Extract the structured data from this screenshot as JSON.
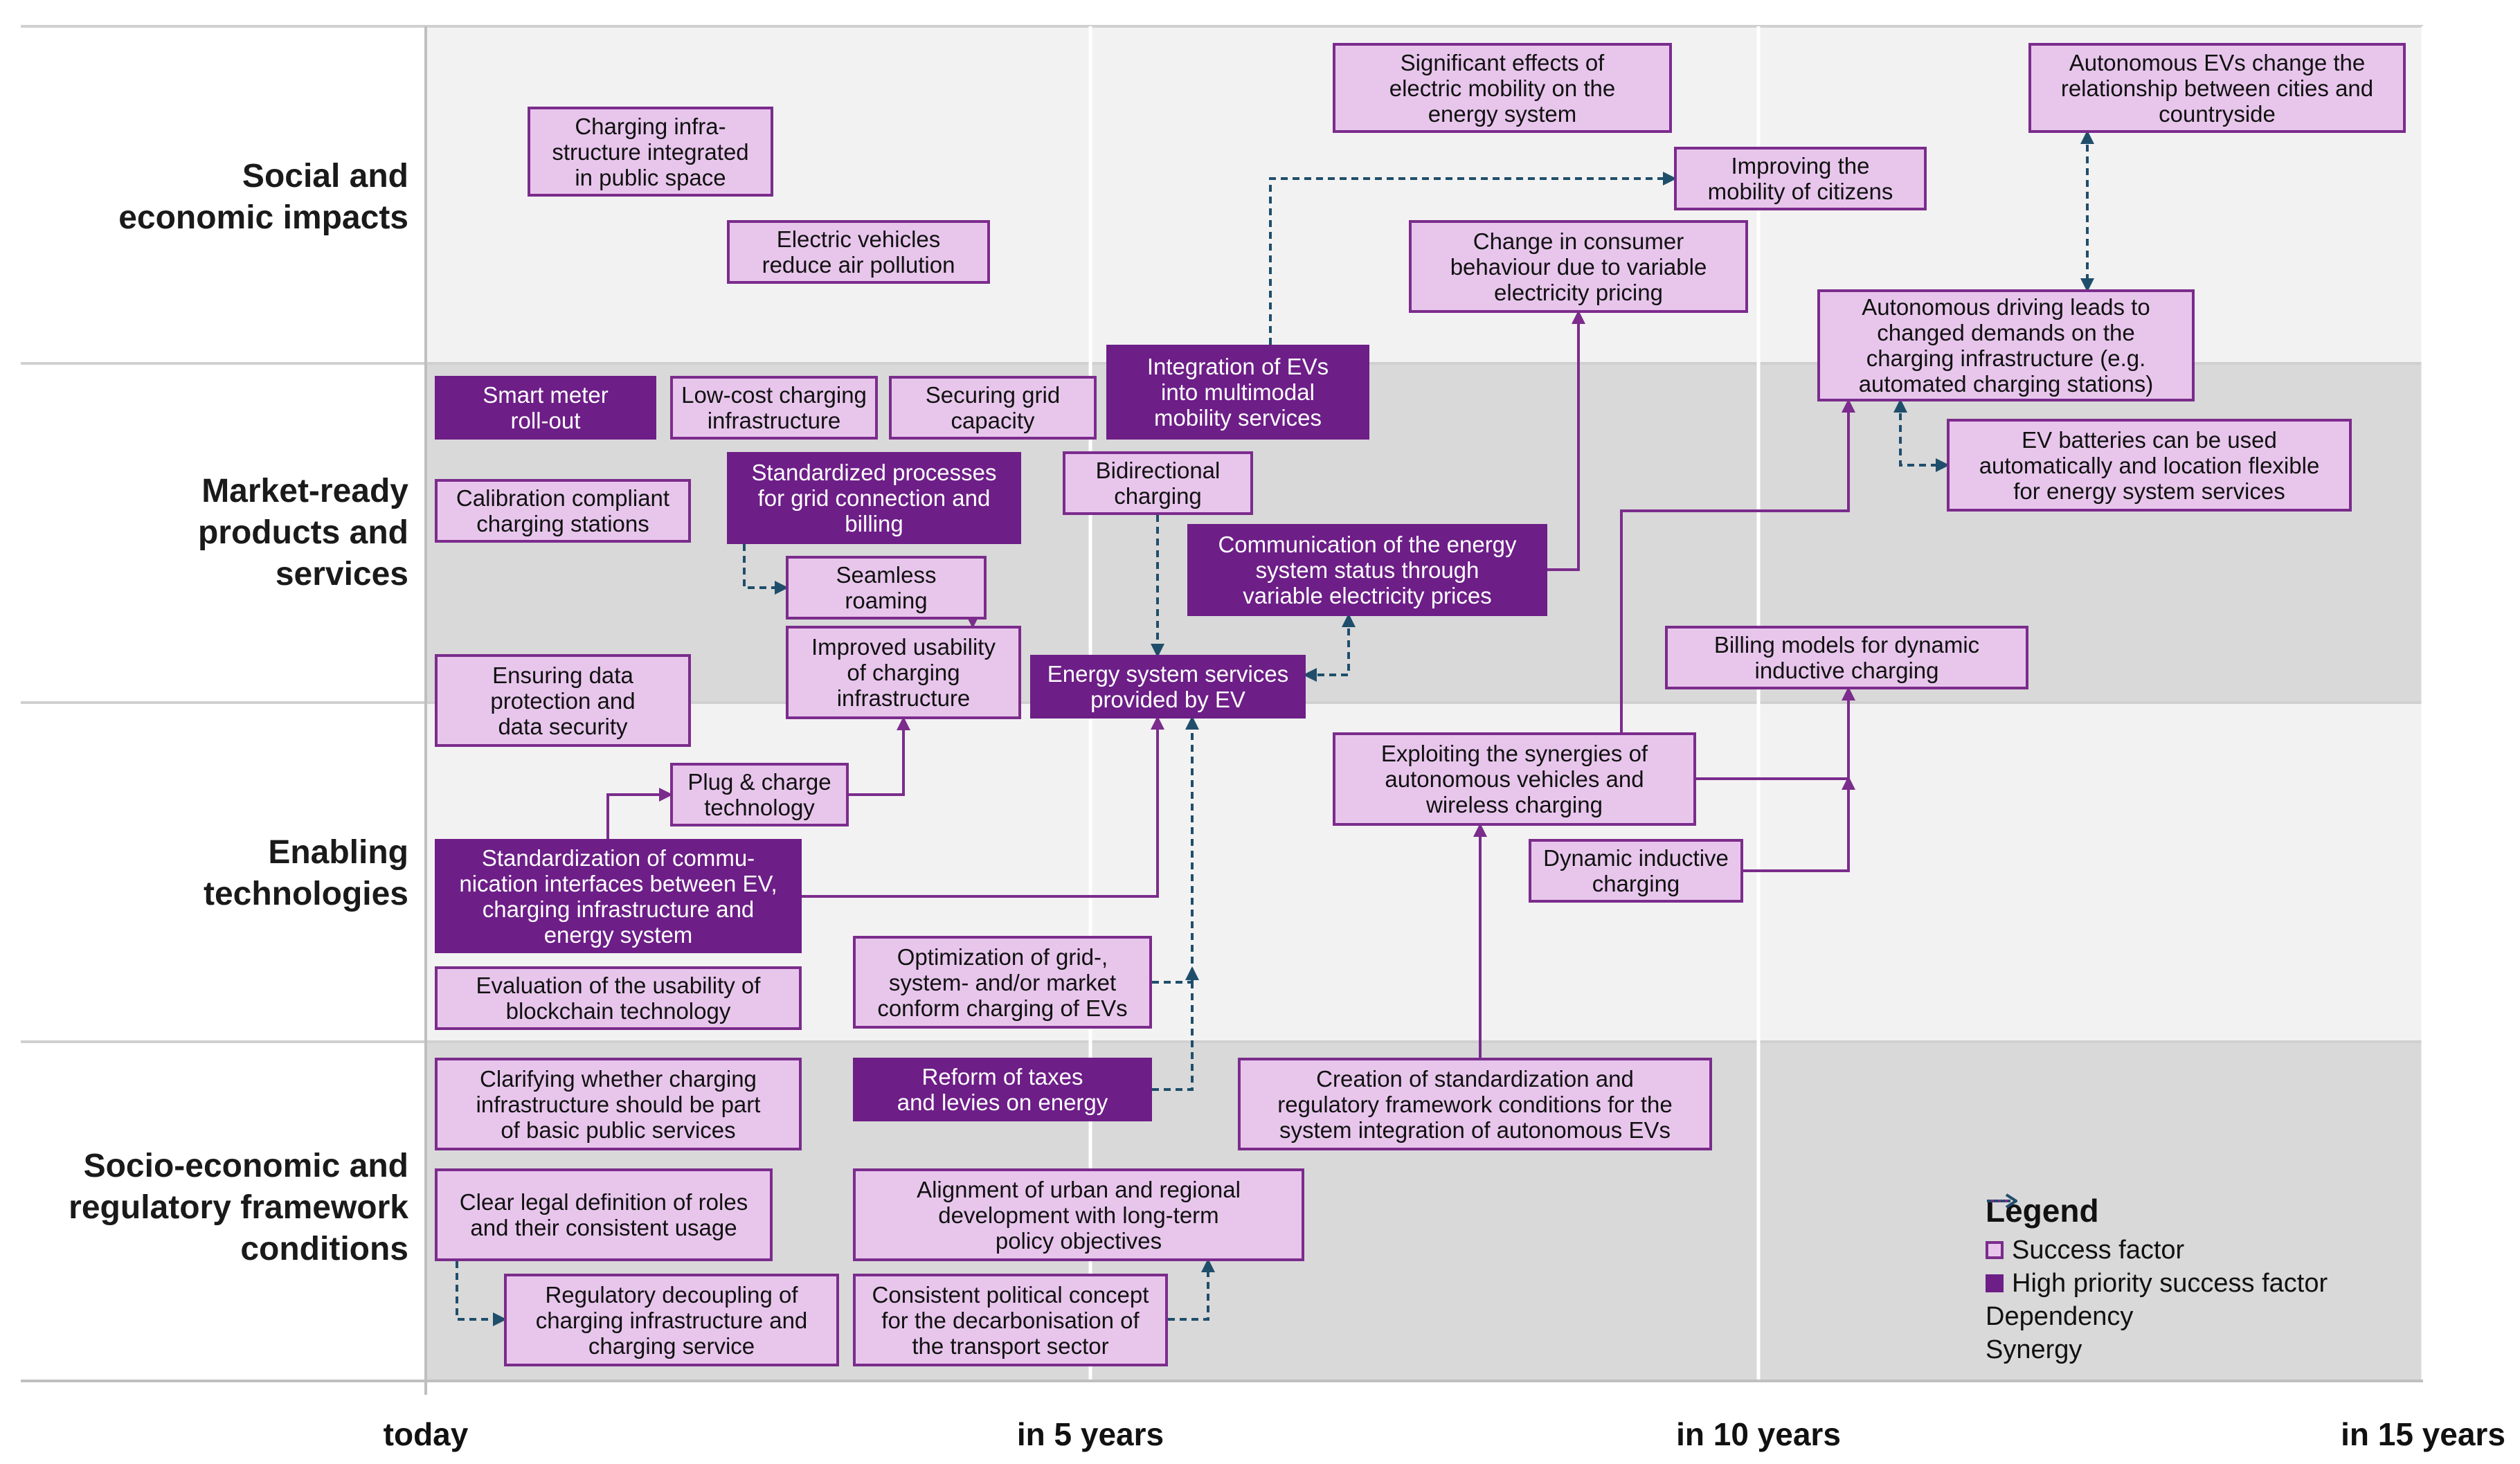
{
  "rows": [
    {
      "id": "social",
      "label": "Social and\neconomic impacts"
    },
    {
      "id": "market",
      "label": "Market-ready\nproducts and\nservices"
    },
    {
      "id": "enabling",
      "label": "Enabling\ntechnologies"
    },
    {
      "id": "regulatory",
      "label": "Socio-economic and\nregulatory framework\nconditions"
    }
  ],
  "timeline": [
    "today",
    "in 5 years",
    "in 10 years",
    "in 15 years"
  ],
  "colors": {
    "success_factor_fill": "#e8c6ec",
    "high_priority_fill": "#6d1e87",
    "border": "#7b2c8c",
    "dependency_line": "#7b2c8c",
    "synergy_line": "#1f4e6b",
    "band_light": "#f2f2f2",
    "band_dark": "#d9d9d9"
  },
  "nodes": [
    {
      "id": "n1",
      "text": "Charging infra-\nstructure integrated\nin public space",
      "priority": false
    },
    {
      "id": "n2",
      "text": "Electric vehicles\nreduce air pollution",
      "priority": false
    },
    {
      "id": "n3",
      "text": "Significant effects of\nelectric mobility on the\nenergy system",
      "priority": false
    },
    {
      "id": "n4",
      "text": "Improving the\nmobility of citizens",
      "priority": false
    },
    {
      "id": "n5",
      "text": "Change in consumer\nbehaviour due to variable\nelectricity pricing",
      "priority": false
    },
    {
      "id": "n6",
      "text": "Autonomous EVs change the\nrelationship between cities and\ncountryside",
      "priority": false
    },
    {
      "id": "n7",
      "text": "Autonomous driving leads to\nchanged demands on the\ncharging infrastructure (e.g.\nautomated charging stations)",
      "priority": false
    },
    {
      "id": "n8",
      "text": "Smart meter\nroll-out",
      "priority": true
    },
    {
      "id": "n9",
      "text": "Low-cost charging\ninfrastructure",
      "priority": false
    },
    {
      "id": "n10",
      "text": "Securing grid\ncapacity",
      "priority": false
    },
    {
      "id": "n11",
      "text": "Integration of EVs\ninto multimodal\nmobility services",
      "priority": true
    },
    {
      "id": "n12",
      "text": "Calibration compliant\ncharging stations",
      "priority": false
    },
    {
      "id": "n13",
      "text": "Standardized processes\nfor grid connection and\nbilling",
      "priority": true
    },
    {
      "id": "n14",
      "text": "Bidirectional\ncharging",
      "priority": false
    },
    {
      "id": "n15",
      "text": "Seamless\nroaming",
      "priority": false
    },
    {
      "id": "n16",
      "text": "Communication of the energy\nsystem status through\nvariable electricity prices",
      "priority": true
    },
    {
      "id": "n17",
      "text": "EV batteries can be used\nautomatically and location flexible\nfor energy system services",
      "priority": false
    },
    {
      "id": "n18",
      "text": "Improved usability\nof charging\ninfrastructure",
      "priority": false
    },
    {
      "id": "n19",
      "text": "Energy system services\nprovided by EV",
      "priority": true
    },
    {
      "id": "n20",
      "text": "Ensuring data\nprotection and\ndata security",
      "priority": false
    },
    {
      "id": "n21",
      "text": "Billing models for dynamic\ninductive charging",
      "priority": false
    },
    {
      "id": "n22",
      "text": "Plug & charge\ntechnology",
      "priority": false
    },
    {
      "id": "n23",
      "text": "Exploiting the synergies of\nautonomous vehicles and\nwireless charging",
      "priority": false
    },
    {
      "id": "n24",
      "text": "Standardization of commu-\nnication interfaces between EV,\ncharging infrastructure and\nenergy system",
      "priority": true
    },
    {
      "id": "n25",
      "text": "Dynamic inductive\ncharging",
      "priority": false
    },
    {
      "id": "n26",
      "text": "Optimization of grid-,\nsystem- and/or market\nconform charging of EVs",
      "priority": false
    },
    {
      "id": "n27",
      "text": "Evaluation of the usability of\nblockchain technology",
      "priority": false
    },
    {
      "id": "n28",
      "text": "Clarifying whether charging\ninfrastructure should be part\nof basic public services",
      "priority": false
    },
    {
      "id": "n29",
      "text": "Reform of taxes\nand levies on energy",
      "priority": true
    },
    {
      "id": "n30",
      "text": "Creation of standardization and\nregulatory framework conditions for the\nsystem integration of autonomous EVs",
      "priority": false
    },
    {
      "id": "n31",
      "text": "Clear legal definition of roles\nand their consistent usage",
      "priority": false
    },
    {
      "id": "n32",
      "text": "Alignment of urban and regional\ndevelopment with long-term\npolicy objectives",
      "priority": false
    },
    {
      "id": "n33",
      "text": "Regulatory decoupling of\ncharging infrastructure and\ncharging service",
      "priority": false
    },
    {
      "id": "n34",
      "text": "Consistent political concept\nfor the decarbonisation of\nthe transport sector",
      "priority": false
    }
  ],
  "edges": [
    {
      "from": "n24",
      "to": "n22",
      "type": "dependency"
    },
    {
      "from": "n22",
      "to": "n18",
      "type": "dependency"
    },
    {
      "from": "n15",
      "to": "n18",
      "type": "dependency"
    },
    {
      "from": "n13",
      "to": "n15",
      "type": "synergy"
    },
    {
      "from": "n14",
      "to": "n19",
      "type": "synergy"
    },
    {
      "from": "n24",
      "to": "n19",
      "type": "dependency"
    },
    {
      "from": "n26",
      "to": "n19",
      "type": "synergy"
    },
    {
      "from": "n29",
      "to": "n19",
      "type": "synergy"
    },
    {
      "from": "n19",
      "to": "n16",
      "type": "synergy"
    },
    {
      "from": "n16",
      "to": "n5",
      "type": "dependency"
    },
    {
      "from": "n11",
      "to": "n4",
      "type": "synergy"
    },
    {
      "from": "n6",
      "to": "n7",
      "type": "synergy"
    },
    {
      "from": "n7",
      "to": "n17",
      "type": "synergy"
    },
    {
      "from": "n23",
      "to": "n7",
      "type": "dependency"
    },
    {
      "from": "n23",
      "to": "n21",
      "type": "dependency"
    },
    {
      "from": "n25",
      "to": "n21",
      "type": "dependency"
    },
    {
      "from": "n30",
      "to": "n23",
      "type": "dependency"
    },
    {
      "from": "n31",
      "to": "n33",
      "type": "synergy"
    },
    {
      "from": "n34",
      "to": "n32",
      "type": "synergy"
    }
  ],
  "legend": {
    "title": "Legend",
    "success_factor": "Success factor",
    "high_priority": "High priority success factor",
    "dependency": "Dependency",
    "synergy": "Synergy"
  }
}
